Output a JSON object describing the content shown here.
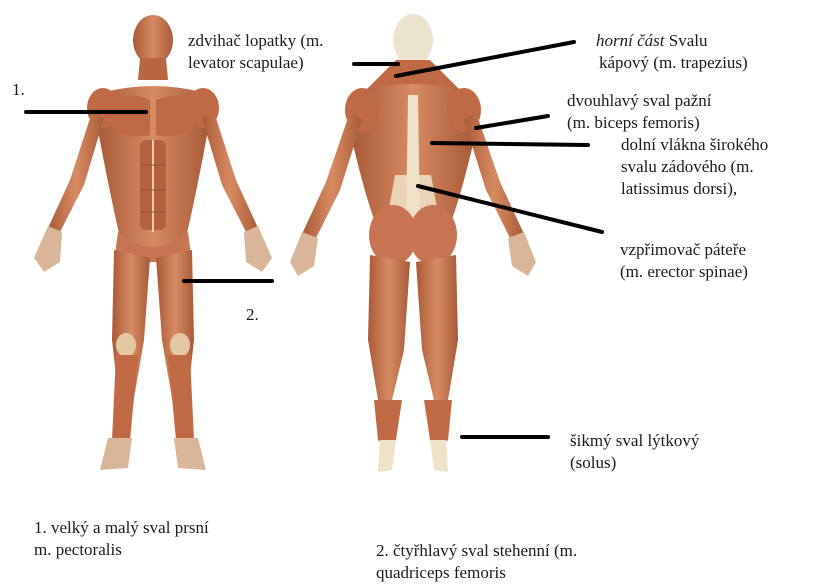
{
  "labels": {
    "number_1": "1.",
    "number_2": "2.",
    "levator_line1": "zdvihač lopatky (m.",
    "levator_line2": "levator scapulae)",
    "trapezius_italic": "horní část",
    "trapezius_rest": "Svalu",
    "trapezius_line2": "kápový (m. trapezius)",
    "biceps_line1": "dvouhlavý sval pažní",
    "biceps_line2": "(m. biceps femoris)",
    "latissimus_line1": "dolní vlákna širokého",
    "latissimus_line2": "svalu zádového (m.",
    "latissimus_line3": "latissimus dorsi),",
    "erector_line1": "vzpřimovač páteře",
    "erector_line2": "(m. erector spinae)",
    "soleus_line1": "šikmý sval lýtkový",
    "soleus_line2": "(solus)"
  },
  "footnotes": {
    "pectoralis_line1": "1. velký a malý sval prsní",
    "pectoralis_line2": "m. pectoralis",
    "quadriceps_line1": "2. čtyřhlavý sval stehenní (m.",
    "quadriceps_line2": "quadriceps femoris"
  },
  "colors": {
    "muscle": "#c8744f",
    "muscle_dark": "#8e4a2f",
    "muscle_light": "#e3a07b",
    "tendon": "#efe2c8",
    "line": "#000000"
  }
}
